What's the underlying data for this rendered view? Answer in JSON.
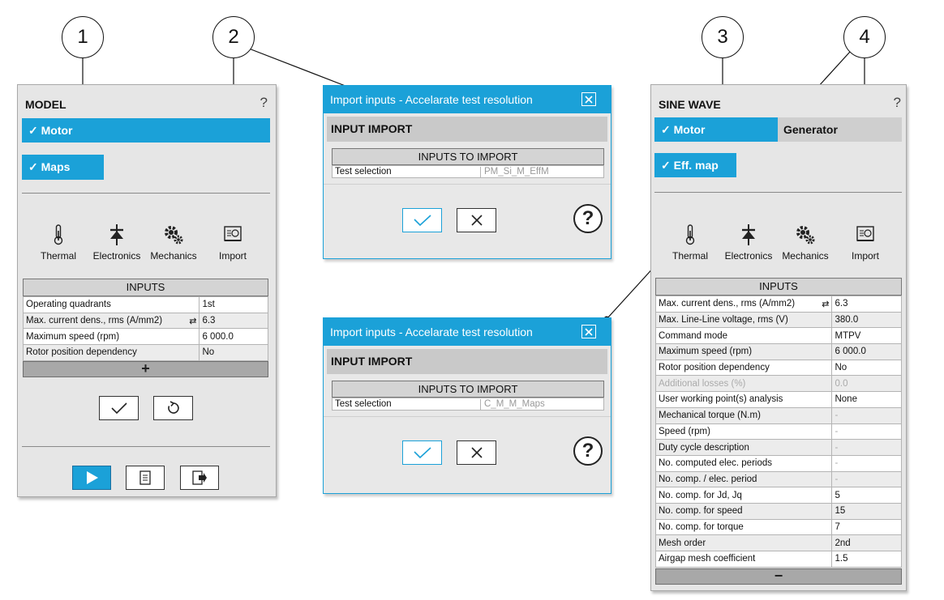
{
  "callouts": [
    "1",
    "2",
    "3",
    "4"
  ],
  "model_panel": {
    "title": "MODEL",
    "help": "?",
    "motor_label": "✓ Motor",
    "maps_label": "✓ Maps",
    "tools": [
      "Thermal",
      "Electronics",
      "Mechanics",
      "Import"
    ],
    "inputs_header": "INPUTS",
    "rows": [
      {
        "label": "Operating quadrants",
        "value": "1st"
      },
      {
        "label": "Max. current dens., rms (A/mm2)",
        "value": "6.3"
      },
      {
        "label": "Maximum speed (rpm)",
        "value": "6 000.0"
      },
      {
        "label": "Rotor position dependency",
        "value": "No"
      }
    ],
    "expand": "+"
  },
  "dialog_top": {
    "title": "Import inputs - Accelarate test resolution",
    "subtitle": "INPUT IMPORT",
    "table_header": "INPUTS TO IMPORT",
    "row_label": "Test selection",
    "row_value": "PM_Si_M_EffM",
    "help": "?"
  },
  "dialog_bottom": {
    "title": "Import inputs - Accelarate test resolution",
    "subtitle": "INPUT IMPORT",
    "table_header": "INPUTS TO IMPORT",
    "row_label": "Test selection",
    "row_value": "C_M_M_Maps",
    "help": "?"
  },
  "sine_panel": {
    "title": "SINE WAVE",
    "help": "?",
    "motor_tab": "✓ Motor",
    "generator_tab": "Generator",
    "effmap_label": "✓ Eff. map",
    "tools": [
      "Thermal",
      "Electronics",
      "Mechanics",
      "Import"
    ],
    "inputs_header": "INPUTS",
    "rows": [
      {
        "label": "Max. current dens., rms (A/mm2)",
        "value": "6.3"
      },
      {
        "label": "Max. Line-Line voltage, rms (V)",
        "value": "380.0"
      },
      {
        "label": "Command mode",
        "value": "MTPV"
      },
      {
        "label": "Maximum speed (rpm)",
        "value": "6 000.0"
      },
      {
        "label": "Rotor position dependency",
        "value": "No"
      },
      {
        "label": "Additional losses (%)",
        "value": "0.0"
      },
      {
        "label": "User working point(s) analysis",
        "value": "None"
      },
      {
        "label": "Mechanical torque (N.m)",
        "value": "-"
      },
      {
        "label": "Speed (rpm)",
        "value": "-"
      },
      {
        "label": "Duty cycle description",
        "value": "-"
      },
      {
        "label": "No. computed elec. periods",
        "value": "-"
      },
      {
        "label": "No. comp. / elec. period",
        "value": "-"
      },
      {
        "label": "No. comp. for Jd, Jq",
        "value": "5"
      },
      {
        "label": "No. comp. for speed",
        "value": "15"
      },
      {
        "label": "No. comp. for torque",
        "value": "7"
      },
      {
        "label": "Mesh order",
        "value": "2nd"
      },
      {
        "label": "Airgap mesh coefficient",
        "value": "1.5"
      }
    ],
    "collapse": "−"
  },
  "colors": {
    "accent": "#1ba1d8",
    "panel": "#e6e6e6",
    "disabled_text": "#aaaaaa"
  }
}
